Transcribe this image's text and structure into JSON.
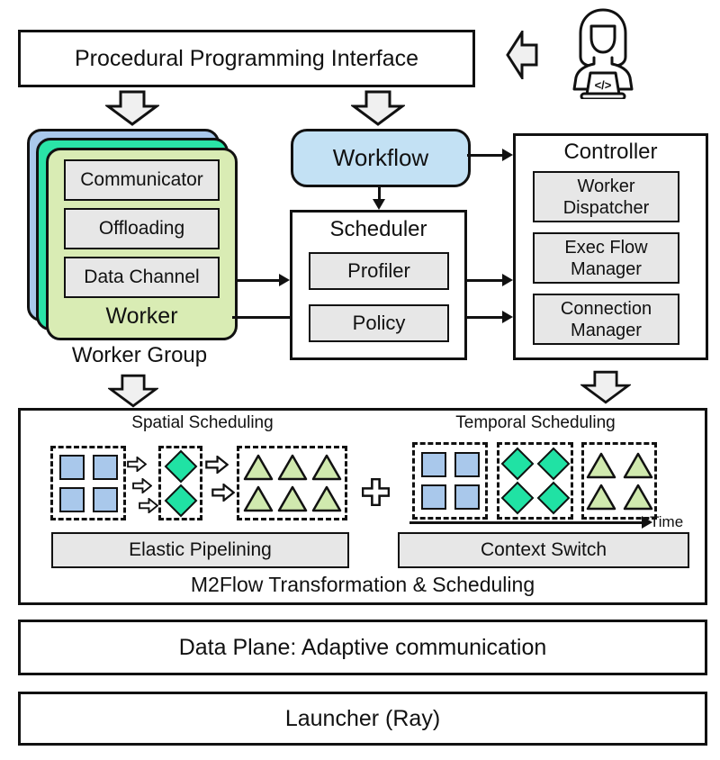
{
  "colors": {
    "card_blue": "#a9c8eb",
    "card_teal": "#2ae3a7",
    "card_green": "#d9ecb4",
    "workflow_blue": "#c3e1f4",
    "module_gray": "#e7e7e7",
    "square_blue": "#a9c8eb",
    "diamond_green": "#20e2a4",
    "triangle_green": "#d0e9ae"
  },
  "header": {
    "interface_label": "Procedural Programming Interface"
  },
  "developer": {
    "code_glyph": "</>"
  },
  "worker_group": {
    "group_label": "Worker Group",
    "card_label": "Worker",
    "modules": [
      "Communicator",
      "Offloading",
      "Data Channel"
    ]
  },
  "workflow": {
    "label": "Workflow"
  },
  "scheduler": {
    "title": "Scheduler",
    "modules": [
      "Profiler",
      "Policy"
    ]
  },
  "controller": {
    "title": "Controller",
    "modules": [
      "Worker Dispatcher",
      "Exec Flow Manager",
      "Connection Manager"
    ]
  },
  "m2flow": {
    "title": "M2Flow Transformation & Scheduling",
    "spatial": {
      "title": "Spatial Scheduling",
      "bar_label": "Elastic Pipelining",
      "stages": [
        {
          "shape": "square",
          "count": 4
        },
        {
          "shape": "diamond",
          "count": 2
        },
        {
          "shape": "triangle",
          "count": 6
        }
      ]
    },
    "temporal": {
      "title": "Temporal Scheduling",
      "bar_label": "Context Switch",
      "time_label": "Time",
      "stages": [
        {
          "shape": "square",
          "count": 4
        },
        {
          "shape": "diamond",
          "count": 4
        },
        {
          "shape": "triangle",
          "count": 4
        }
      ]
    }
  },
  "data_plane": {
    "label": "Data Plane: Adaptive communication"
  },
  "launcher": {
    "label": "Launcher (Ray)"
  }
}
